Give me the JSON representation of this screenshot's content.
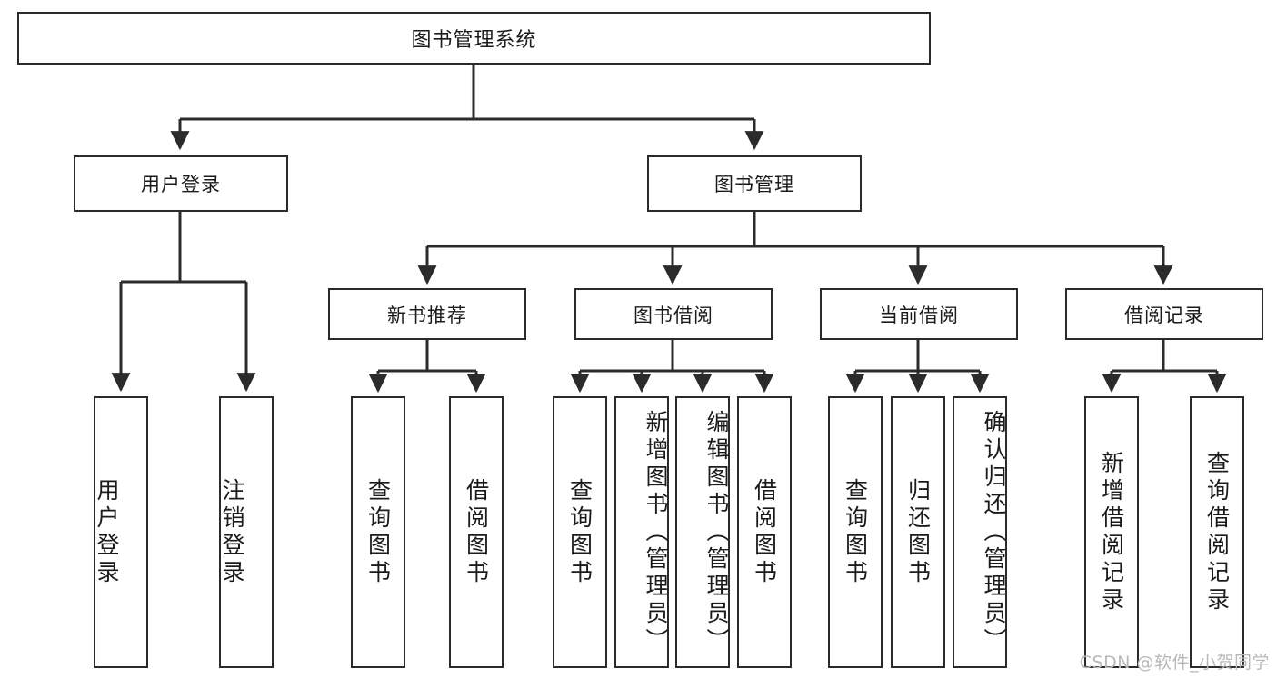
{
  "diagram": {
    "title": "图书管理系统",
    "type": "tree",
    "colors": {
      "box_border": "#2b2b2b",
      "box_fill": "#ffffff",
      "edge": "#2b2b2b",
      "text": "#1b1b1b",
      "watermark": "#b9b9b9",
      "background": "#ffffff"
    },
    "root": {
      "label": "图书管理系统"
    },
    "level1": [
      {
        "label": "用户登录"
      },
      {
        "label": "图书管理"
      }
    ],
    "level2": [
      {
        "label": "新书推荐"
      },
      {
        "label": "图书借阅"
      },
      {
        "label": "当前借阅"
      },
      {
        "label": "借阅记录"
      }
    ],
    "leaves": {
      "user_login": [
        {
          "label": "用户登录"
        },
        {
          "label": "注销登录"
        }
      ],
      "new_book_recommend": [
        {
          "label": "查询图书"
        },
        {
          "label": "借阅图书"
        }
      ],
      "book_borrow": [
        {
          "label": "查询图书"
        },
        {
          "label": "新增图书（管理员）"
        },
        {
          "label": "编辑图书（管理员）"
        },
        {
          "label": "借阅图书"
        }
      ],
      "current_borrow": [
        {
          "label": "查询图书"
        },
        {
          "label": "归还图书"
        },
        {
          "label": "确认归还（管理员）"
        }
      ],
      "borrow_record": [
        {
          "label": "新增借阅记录"
        },
        {
          "label": "查询借阅记录"
        }
      ]
    }
  },
  "watermark": {
    "text": "CSDN @软件_小贺同学"
  }
}
